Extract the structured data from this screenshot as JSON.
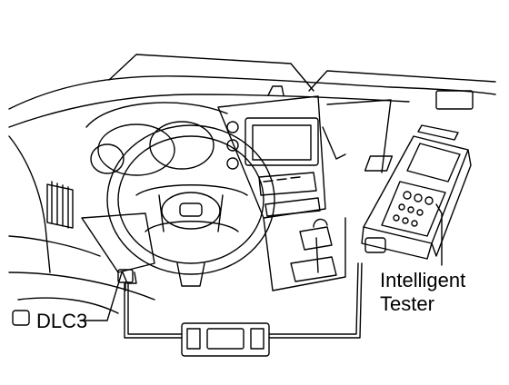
{
  "labels": {
    "dlc3": "DLC3",
    "tester_line1": "Intelligent",
    "tester_line2": "Tester"
  },
  "colors": {
    "line": "#000000",
    "background": "#ffffff"
  }
}
